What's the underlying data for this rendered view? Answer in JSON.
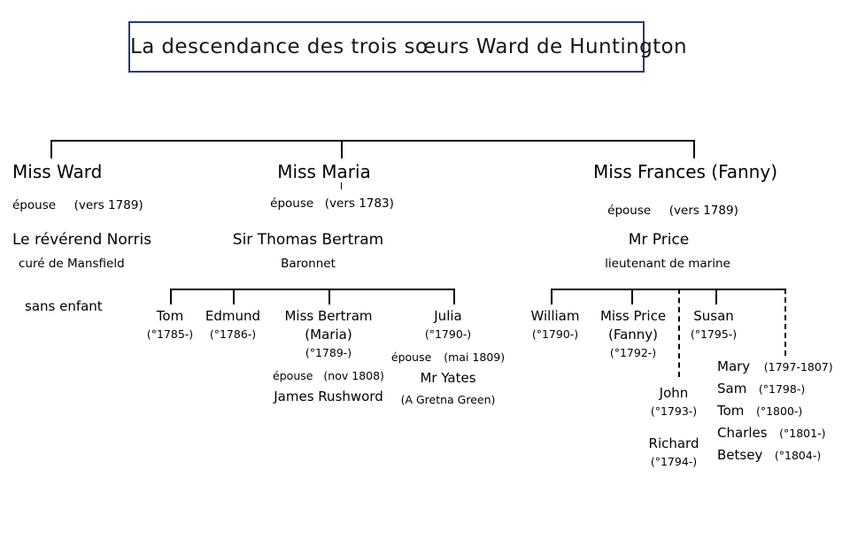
{
  "page": {
    "title": "La descendance des trois sœurs Ward de Huntington",
    "border_color": "#283a78",
    "background": "#ffffff",
    "line_color": "#000000"
  },
  "branches": [
    {
      "id": "ward",
      "name": "Miss Ward",
      "marriage_label": "épouse",
      "marriage_date": "(vers 1789)",
      "spouse": "Le révérend Norris",
      "spouse_title": "curé de Mansfield",
      "children_note": "sans enfant",
      "children": []
    },
    {
      "id": "maria",
      "name": "Miss  Maria",
      "marriage_label": "épouse",
      "marriage_date": "(vers 1783)",
      "spouse": "Sir Thomas Bertram",
      "spouse_title": "Baronnet",
      "children_note": "",
      "children": [
        {
          "id": "tom-bertram",
          "name": "Tom",
          "dates": "(°1785-)"
        },
        {
          "id": "edmund-bertram",
          "name": "Edmund",
          "dates": "(°1786-)"
        },
        {
          "id": "maria-bertram",
          "name": "Miss Bertram",
          "alias": "(Maria)",
          "dates": "(°1789-)",
          "marriage_label": "épouse",
          "marriage_date": "(nov 1808)",
          "spouse": "James Rushword"
        },
        {
          "id": "julia-bertram",
          "name": "Julia",
          "dates": "(°1790-)",
          "marriage_label": "épouse",
          "marriage_date": "(mai 1809)",
          "spouse": "Mr Yates",
          "spouse_note": "(A Gretna Green)"
        }
      ]
    },
    {
      "id": "frances",
      "name": "Miss Frances (Fanny)",
      "marriage_label": "épouse",
      "marriage_date": "(vers 1789)",
      "spouse": "Mr Price",
      "spouse_title": "lieutenant de marine",
      "children_note": "",
      "children": [
        {
          "id": "william-price",
          "name": "William",
          "dates": "(°1790-)"
        },
        {
          "id": "fanny-price",
          "name": "Miss Price",
          "alias": "(Fanny)",
          "dates": "(°1792-)"
        },
        {
          "id": "susan-price",
          "name": "Susan",
          "dates": "(°1795-)"
        }
      ],
      "children_column_middle": [
        {
          "id": "john-price",
          "name": "John",
          "dates": "(°1793-)"
        },
        {
          "id": "richard-price",
          "name": "Richard",
          "dates": "(°1794-)"
        }
      ],
      "children_column_right": [
        {
          "id": "mary-price",
          "name": "Mary",
          "dates": "(1797-1807)"
        },
        {
          "id": "sam-price",
          "name": "Sam",
          "dates": "(°1798-)"
        },
        {
          "id": "tom-price",
          "name": "Tom",
          "dates": "(°1800-)"
        },
        {
          "id": "charles-price",
          "name": "Charles",
          "dates": "(°1801-)"
        },
        {
          "id": "betsey-price",
          "name": "Betsey",
          "dates": "(°1804-)"
        }
      ]
    }
  ]
}
